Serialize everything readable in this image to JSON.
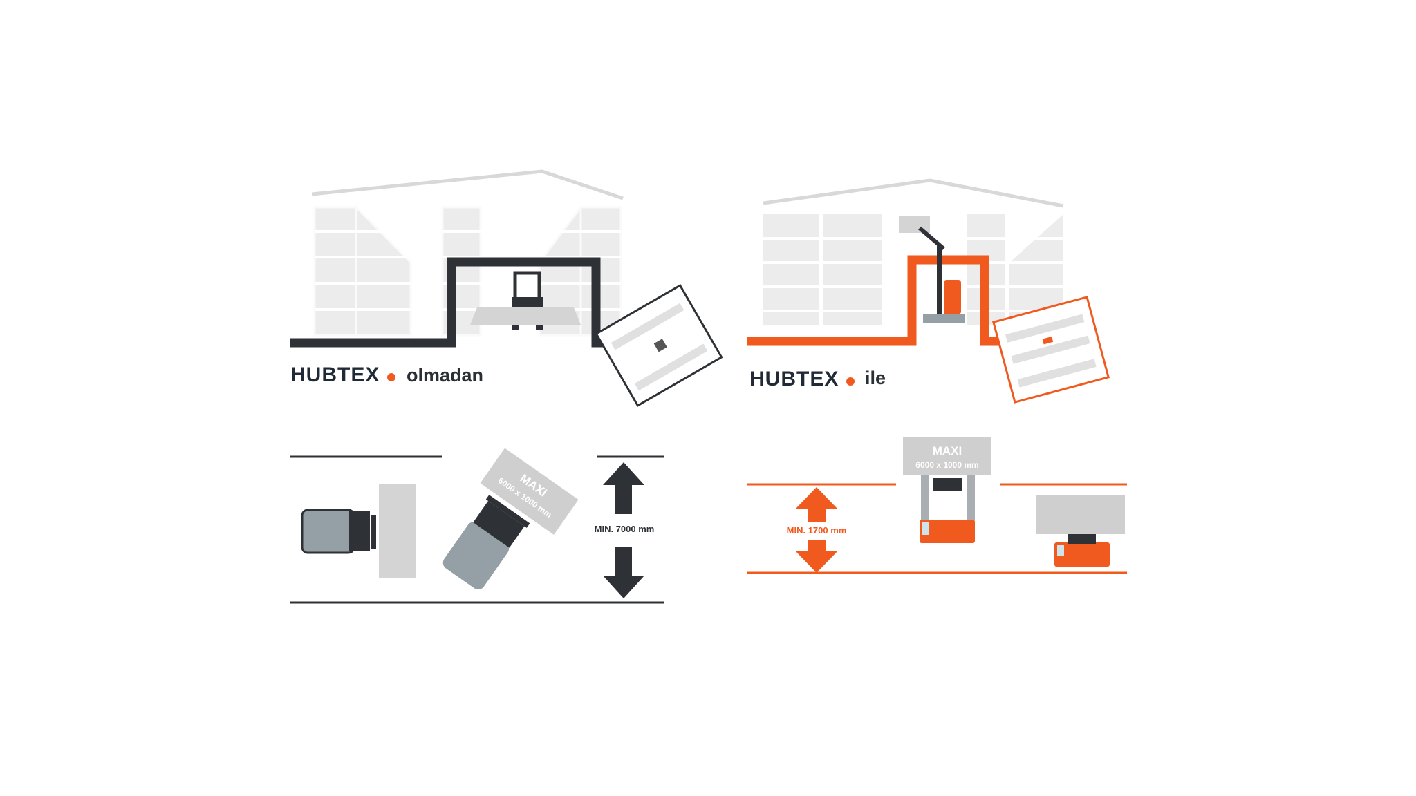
{
  "left_panel": {
    "brand": "HUBTEX",
    "suffix": "olmadan",
    "maxi_label": "MAXI",
    "maxi_size": "6000 x 1000 mm",
    "min_width": "MIN. 7000 mm"
  },
  "right_panel": {
    "brand": "HUBTEX",
    "suffix": "ile",
    "maxi_label": "MAXI",
    "maxi_size": "6000 x 1000 mm",
    "min_width": "MIN. 1700 mm"
  },
  "colors": {
    "dark": "#2e3236",
    "orange": "#f05a1e",
    "gray": "#d0d0d0",
    "truck_gray": "#95a0a6"
  }
}
